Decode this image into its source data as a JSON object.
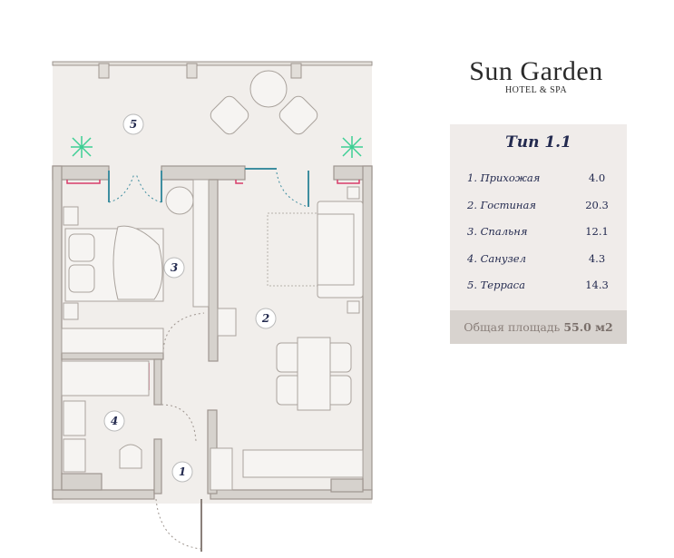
{
  "logo": {
    "title": "Sun Garden",
    "subtitle": "HOTEL & SPA"
  },
  "legend": {
    "title": "Тип 1.1",
    "rooms": [
      {
        "name": "1. Прихожая",
        "area": "4.0"
      },
      {
        "name": "2. Гостиная",
        "area": "20.3"
      },
      {
        "name": "3. Спальня",
        "area": "12.1"
      },
      {
        "name": "4. Санузел",
        "area": "4.3"
      },
      {
        "name": "5. Терраса",
        "area": "14.3"
      }
    ],
    "total_label": "Общая площадь",
    "total_value": "55.0 м2"
  },
  "plan": {
    "labels": [
      "1",
      "2",
      "3",
      "4",
      "5"
    ]
  },
  "colors": {
    "wall": "#d6d2cd",
    "wall_edge": "#9e958f",
    "floor": "#f1eeeb",
    "door": "#3f8ea0",
    "plant": "#3ecf95",
    "accent": "#d83c6a",
    "navy": "#232a4f"
  }
}
